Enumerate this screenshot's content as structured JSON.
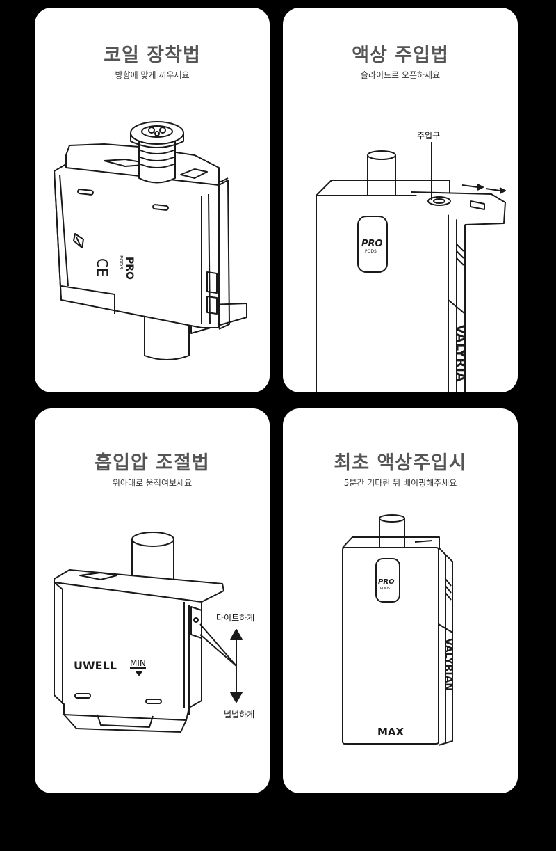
{
  "cards": [
    {
      "title": "코일 장착법",
      "subtitle": "방향에 맞게 끼우세요",
      "device_marks": {
        "brand": "PRO",
        "sub": "PODS"
      }
    },
    {
      "title": "액상 주입법",
      "subtitle": "슬라이드로 오픈하세요",
      "callout": "주입구",
      "device_marks": {
        "brand": "PRO",
        "sub": "PODS",
        "side": "VALYRIA"
      }
    },
    {
      "title": "흡입압 조절법",
      "subtitle": "위아래로 움직여보세요",
      "label_up": "타이트하게",
      "label_down": "널널하게",
      "device_marks": {
        "brand": "UWELL",
        "setting": "MIN"
      }
    },
    {
      "title": "최초 액상주입시",
      "subtitle": "5분간 기다린 뒤 베이핑해주세요",
      "device_marks": {
        "brand": "PRO",
        "sub": "PODS",
        "side": "VALYRIAN",
        "model": "MAX"
      }
    }
  ],
  "colors": {
    "background": "#000000",
    "card": "#ffffff",
    "title": "#555555",
    "line": "#1a1a1a"
  }
}
